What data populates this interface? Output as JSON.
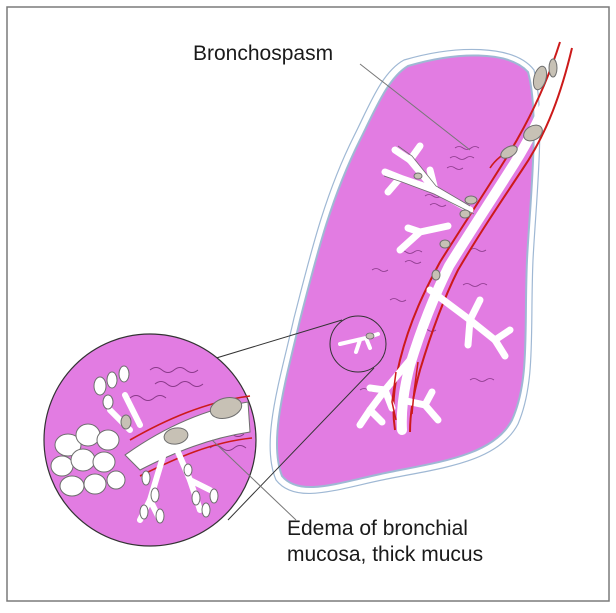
{
  "labels": {
    "bronchospasm": "Bronchospasm",
    "edema_line1": "Edema of bronchial",
    "edema_line2": "mucosa, thick mucus"
  },
  "colors": {
    "lung_fill": "#e27ce2",
    "pleura_outline": "#9fb8d4",
    "airway": "#ffffff",
    "airway_outline": "#6e6e6e",
    "bronchial_wall": "#cc1a1a",
    "mucus": "#c7c1b5",
    "frame": "#7a7a7a"
  }
}
